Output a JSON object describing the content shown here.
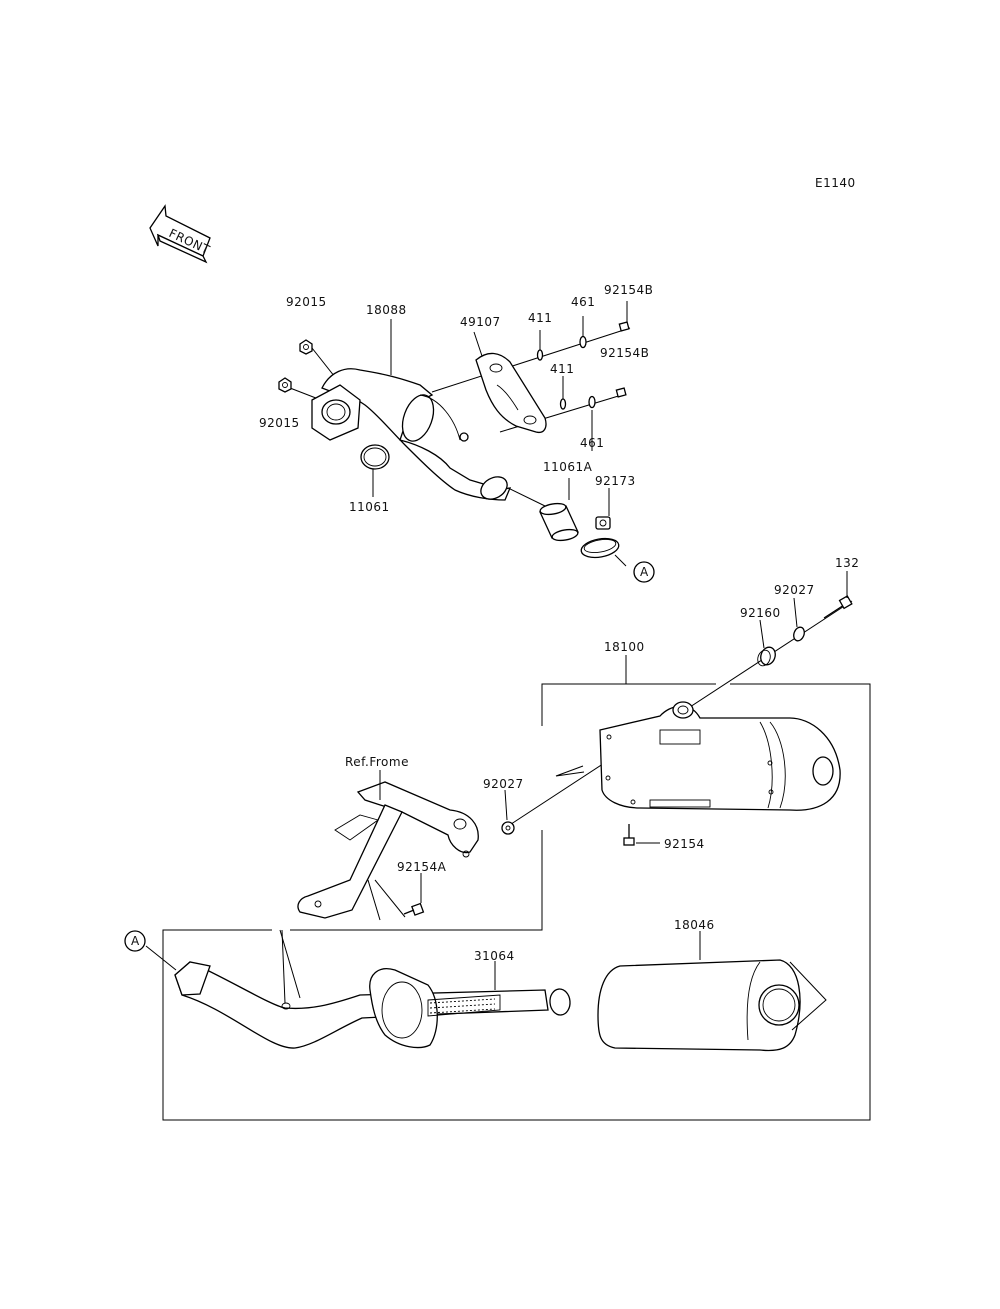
{
  "diagram": {
    "code": "E1140",
    "front_label": "FRONT",
    "ref_label": "Ref.Frome",
    "callout_letter": "A",
    "parts": {
      "p92015a": "92015",
      "p92015b": "92015",
      "p18088": "18088",
      "p49107": "49107",
      "p411a": "411",
      "p461a": "461",
      "p92154Ba": "92154B",
      "p411b": "411",
      "p92154Bb": "92154B",
      "p461b": "461",
      "p11061": "11061",
      "p11061A": "11061A",
      "p92173": "92173",
      "p132": "132",
      "p92027a": "92027",
      "p92160": "92160",
      "p18100": "18100",
      "p92027b": "92027",
      "p92154": "92154",
      "p92154A": "92154A",
      "p18046": "18046",
      "p31064": "31064"
    }
  }
}
